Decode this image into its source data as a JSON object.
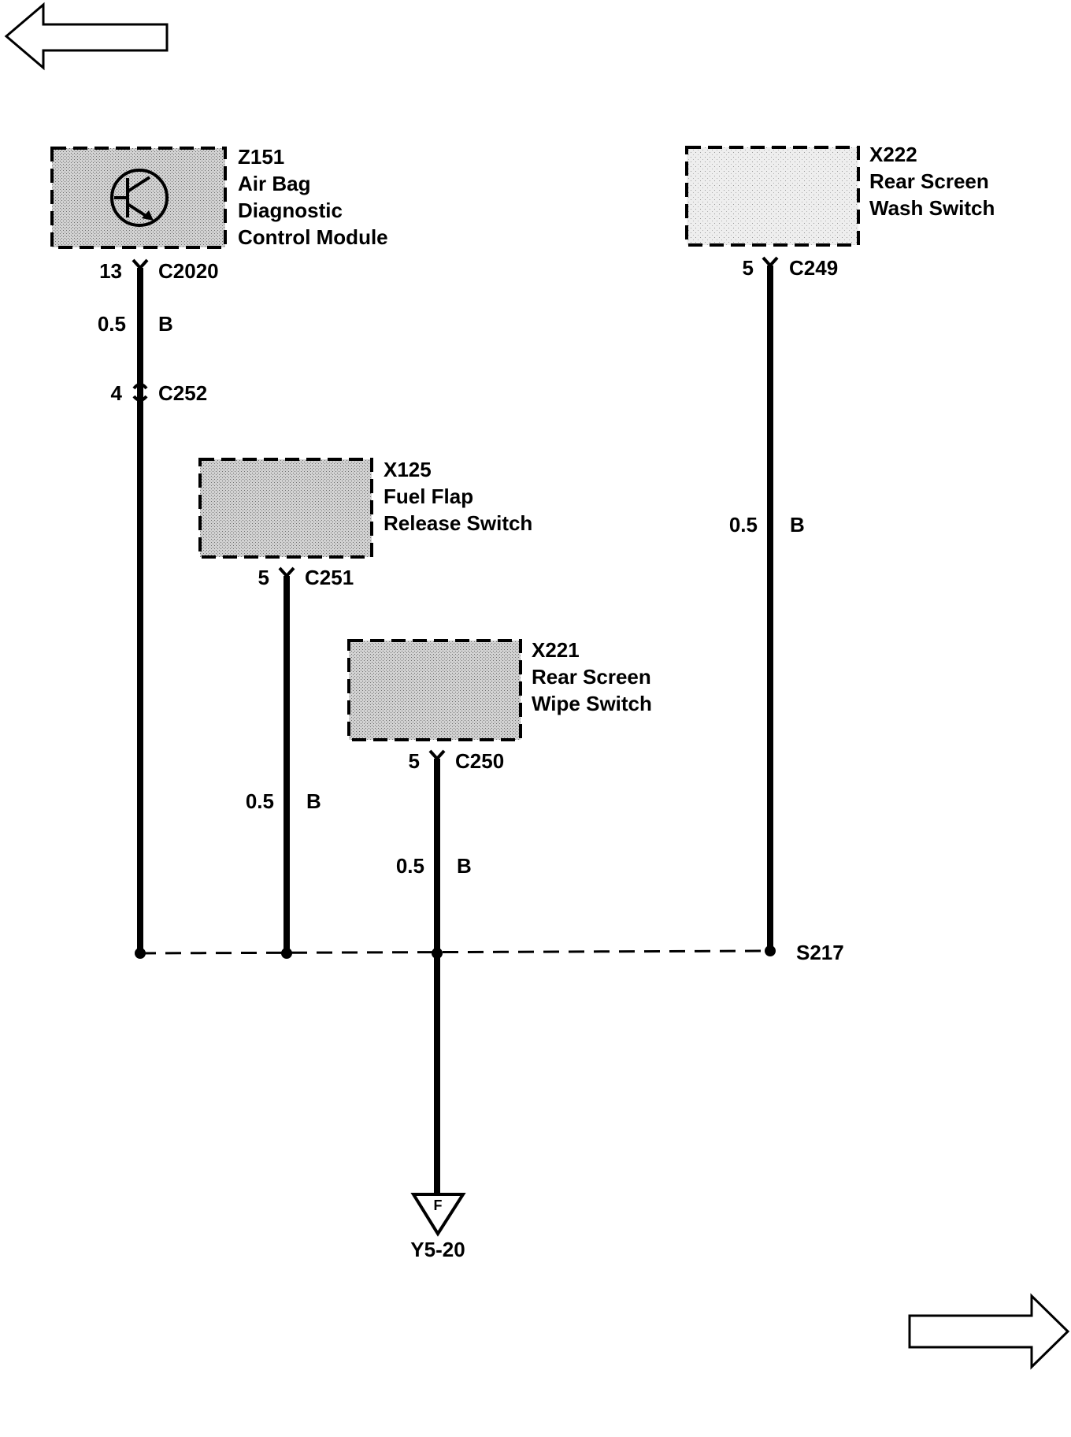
{
  "navigation": {
    "prev_icon": "left-arrow-icon",
    "next_icon": "right-arrow-icon"
  },
  "components": {
    "z151": {
      "id": "Z151",
      "line1": "Air Bag",
      "line2": "Diagnostic",
      "line3": "Control Module",
      "icon": "transistor-symbol-icon"
    },
    "x222": {
      "id": "X222",
      "line1": "Rear Screen",
      "line2": "Wash Switch"
    },
    "x125": {
      "id": "X125",
      "line1": "Fuel Flap",
      "line2": "Release Switch"
    },
    "x221": {
      "id": "X221",
      "line1": "Rear Screen",
      "line2": "Wipe Switch"
    }
  },
  "connectors": {
    "c2020": {
      "pin": "13",
      "name": "C2020"
    },
    "c252": {
      "pin": "4",
      "name": "C252"
    },
    "c249": {
      "pin": "5",
      "name": "C249"
    },
    "c251": {
      "pin": "5",
      "name": "C251"
    },
    "c250": {
      "pin": "5",
      "name": "C250"
    }
  },
  "wires": {
    "w1": {
      "size": "0.5",
      "color": "B"
    },
    "w2": {
      "size": "0.5",
      "color": "B"
    },
    "w3": {
      "size": "0.5",
      "color": "B"
    },
    "w4": {
      "size": "0.5",
      "color": "B"
    }
  },
  "splice": {
    "name": "S217"
  },
  "ground": {
    "symbol": "F",
    "ref": "Y5-20"
  }
}
